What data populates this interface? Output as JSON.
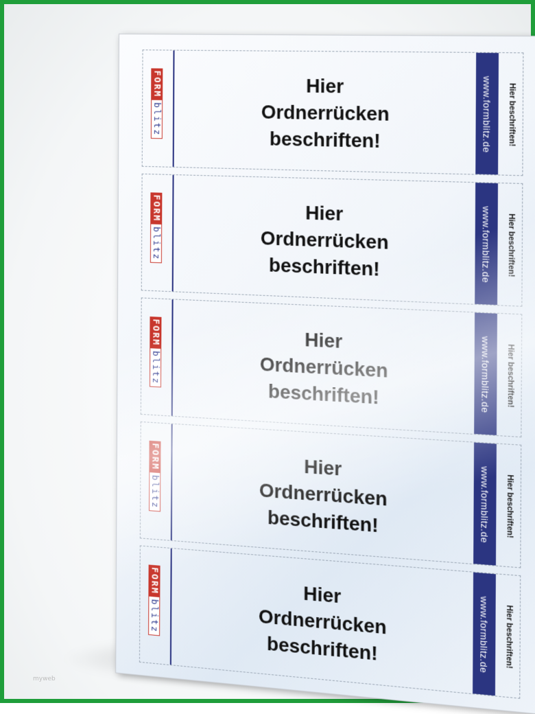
{
  "document": {
    "labels": [
      {
        "brand_form": "FORM",
        "brand_blitz": "blitz",
        "line1": "Hier",
        "line2": "Ordnerrücken",
        "line3": "beschriften!",
        "url": "www.formblitz.de",
        "side": "Hier beschriften!"
      },
      {
        "brand_form": "FORM",
        "brand_blitz": "blitz",
        "line1": "Hier",
        "line2": "Ordnerrücken",
        "line3": "beschriften!",
        "url": "www.formblitz.de",
        "side": "Hier beschriften!"
      },
      {
        "brand_form": "FORM",
        "brand_blitz": "blitz",
        "line1": "Hier",
        "line2": "Ordnerrücken",
        "line3": "beschriften!",
        "url": "www.formblitz.de",
        "side": "Hier beschriften!"
      },
      {
        "brand_form": "FORM",
        "brand_blitz": "blitz",
        "line1": "Hier",
        "line2": "Ordnerrücken",
        "line3": "beschriften!",
        "url": "www.formblitz.de",
        "side": "Hier beschriften!"
      },
      {
        "brand_form": "FORM",
        "brand_blitz": "blitz",
        "line1": "Hier",
        "line2": "Ordnerrücken",
        "line3": "beschriften!",
        "url": "www.formblitz.de",
        "side": "Hier beschriften!"
      }
    ]
  },
  "watermark": "myweb",
  "colors": {
    "brand_red": "#c8372d",
    "brand_blue": "#2b3581",
    "frame_green": "#1f9e3a"
  }
}
